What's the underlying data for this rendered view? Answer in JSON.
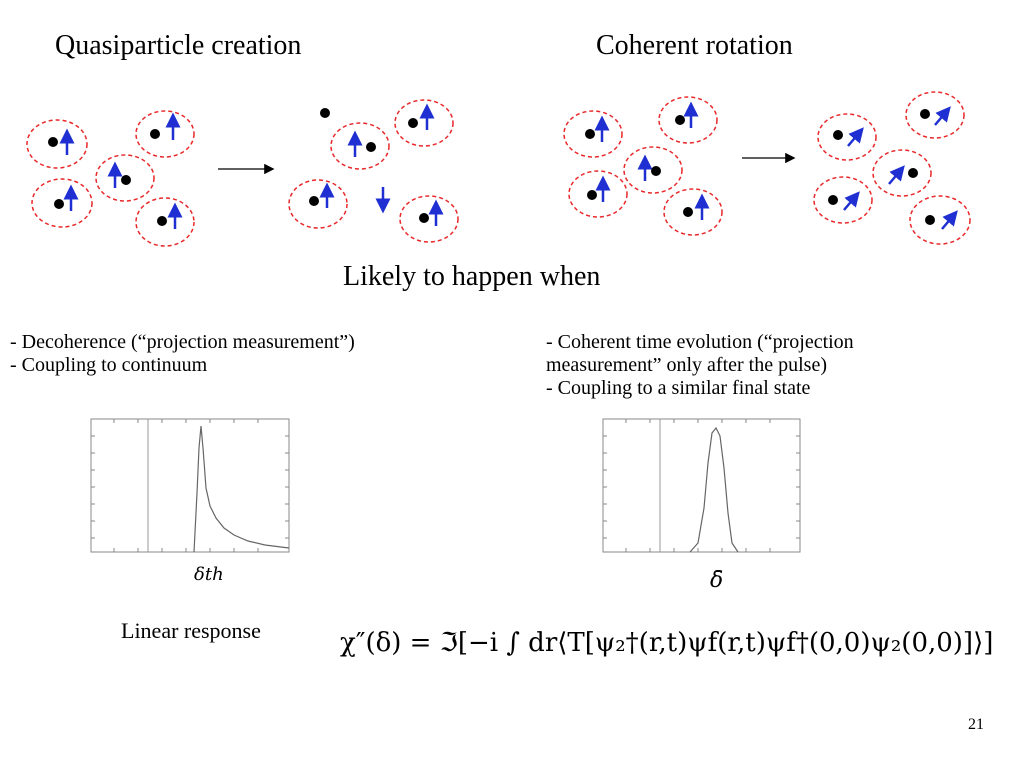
{
  "slide": {
    "left_title": "Quasiparticle creation",
    "right_title": "Coherent rotation",
    "subtitle": "Likely to happen when",
    "left_bullets": [
      "- Decoherence (“projection measurement”)",
      "- Coupling to continuum"
    ],
    "right_bullets": [
      "- Coherent time evolution (“projection",
      "measurement” only after the pulse)",
      "- Coupling to a similar final state"
    ],
    "left_plot_label": "δth",
    "right_plot_label": "δ̄",
    "linear_response_label": "Linear response",
    "formula": "χ″(δ) = ℑ[−i ∫ dr⟨T[ψ₂†(r,t)ψf(r,t)ψf†(0,0)ψ₂(0,0)]⟩]",
    "slide_number": "21"
  },
  "colors": {
    "circle_dash": "#e8282a",
    "arrow_blue": "#1f2fd1",
    "dot": "#000000",
    "plot_line": "#777777"
  }
}
